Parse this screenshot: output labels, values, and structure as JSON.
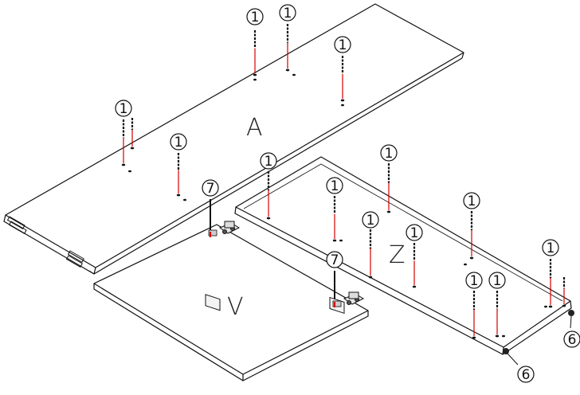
{
  "panels": {
    "A": "A",
    "Z": "Z",
    "V": "V"
  },
  "callouts": {
    "dowel": "1",
    "hinge": "7",
    "cam": "6"
  },
  "colors": {
    "line": "#111111",
    "dowel_accent": "#d40000",
    "background": "#ffffff"
  }
}
